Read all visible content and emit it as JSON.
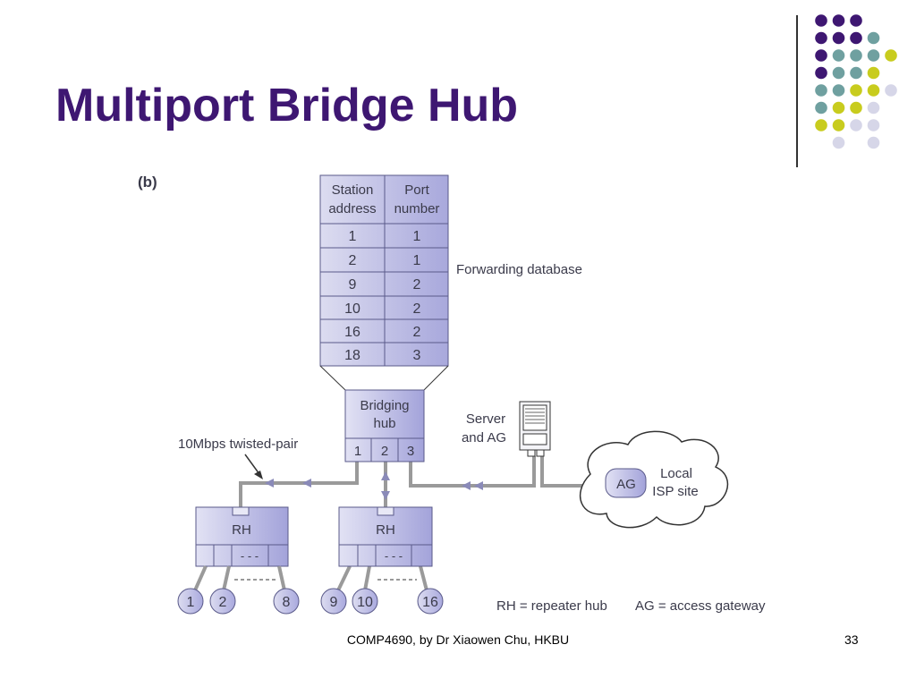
{
  "slide": {
    "title": "Multiport Bridge Hub",
    "footer": "COMP4690, by Dr Xiaowen Chu,  HKBU",
    "page_number": "33"
  },
  "colors": {
    "title": "#3e1772",
    "box_light": "#dcdcf0",
    "box_dark": "#a3a3da",
    "link": "#9a9a9a",
    "arrow": "#8a8ab8",
    "dot_purple": "#3e1772",
    "dot_teal": "#6fa0a0",
    "dot_yellow": "#c8cc1e",
    "dot_lavender": "#d6d6e8"
  },
  "decoration": {
    "dot_grid": [
      [
        "purple",
        "purple",
        "purple",
        null,
        null
      ],
      [
        "purple",
        "purple",
        "purple",
        "teal",
        null
      ],
      [
        "purple",
        "teal",
        "teal",
        "teal",
        "yellow"
      ],
      [
        "purple",
        "teal",
        "teal",
        "yellow",
        null
      ],
      [
        "teal",
        "teal",
        "yellow",
        "yellow",
        "lavender"
      ],
      [
        "teal",
        "yellow",
        "yellow",
        "lavender",
        null
      ],
      [
        "yellow",
        "yellow",
        "lavender",
        "lavender",
        null
      ],
      [
        null,
        "lavender",
        null,
        "lavender",
        null
      ]
    ]
  },
  "diagram": {
    "label": "(b)",
    "forwarding_db": {
      "headers": [
        [
          "Station",
          "address"
        ],
        [
          "Port",
          "number"
        ]
      ],
      "rows": [
        [
          "1",
          "1"
        ],
        [
          "2",
          "1"
        ],
        [
          "9",
          "2"
        ],
        [
          "10",
          "2"
        ],
        [
          "16",
          "2"
        ],
        [
          "18",
          "3"
        ]
      ],
      "caption": "Forwarding database"
    },
    "bridge": {
      "label": [
        "Bridging",
        "hub"
      ],
      "ports": [
        "1",
        "2",
        "3"
      ]
    },
    "server_label": [
      "Server",
      "and AG"
    ],
    "cable_label": "10Mbps twisted-pair",
    "repeater_hubs": [
      {
        "label": "RH",
        "dashes": "- - -",
        "stations": [
          "1",
          "2",
          "8"
        ]
      },
      {
        "label": "RH",
        "dashes": "- - -",
        "stations": [
          "9",
          "10",
          "16"
        ]
      }
    ],
    "isp": {
      "ag_label": "AG",
      "site_label": [
        "Local",
        "ISP site"
      ]
    },
    "legend": [
      "RH = repeater hub",
      "AG = access gateway"
    ]
  }
}
